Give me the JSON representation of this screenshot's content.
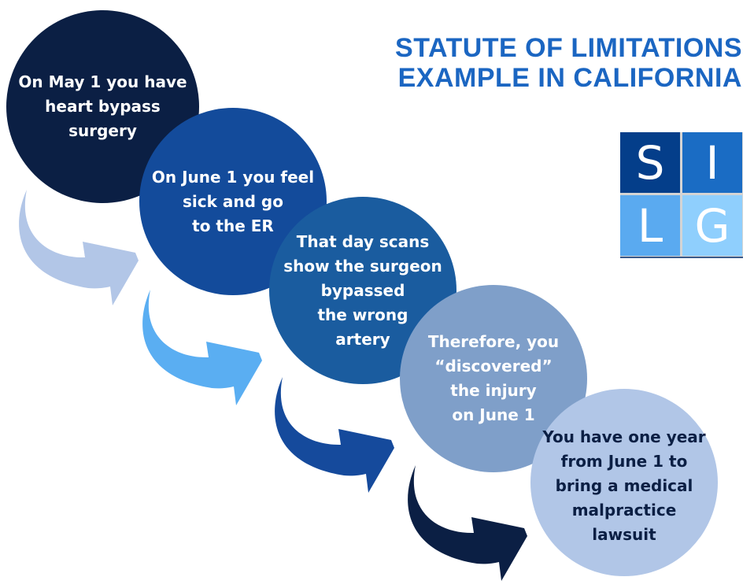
{
  "title": {
    "line1": "STATUTE OF LIMITATIONS",
    "line2": "EXAMPLE IN CALIFORNIA"
  },
  "steps": [
    {
      "text": "On May 1 you have\nheart bypass\nsurgery",
      "color": "#0b1f44"
    },
    {
      "text": "On June 1 you feel\nsick and go\nto the ER",
      "color": "#134b9b"
    },
    {
      "text": "That day scans\nshow the surgeon\nbypassed\nthe wrong\nartery",
      "color": "#1a5c9f"
    },
    {
      "text": "Therefore, you\n“discovered”\nthe injury\non June 1",
      "color": "#7f9fc9"
    },
    {
      "text": "You have one year\nfrom June 1 to\nbring a medical\nmalpractice\nlawsuit",
      "color": "#b1c6e7"
    }
  ],
  "arrow_colors": [
    "#b2c6e7",
    "#5aaef2",
    "#154a9c",
    "#0b1f44"
  ],
  "logo": {
    "letters": [
      "S",
      "I",
      "L",
      "G"
    ],
    "colors": [
      "#043e8a",
      "#1a6cc4",
      "#5aaaf0",
      "#8fcffd"
    ]
  }
}
